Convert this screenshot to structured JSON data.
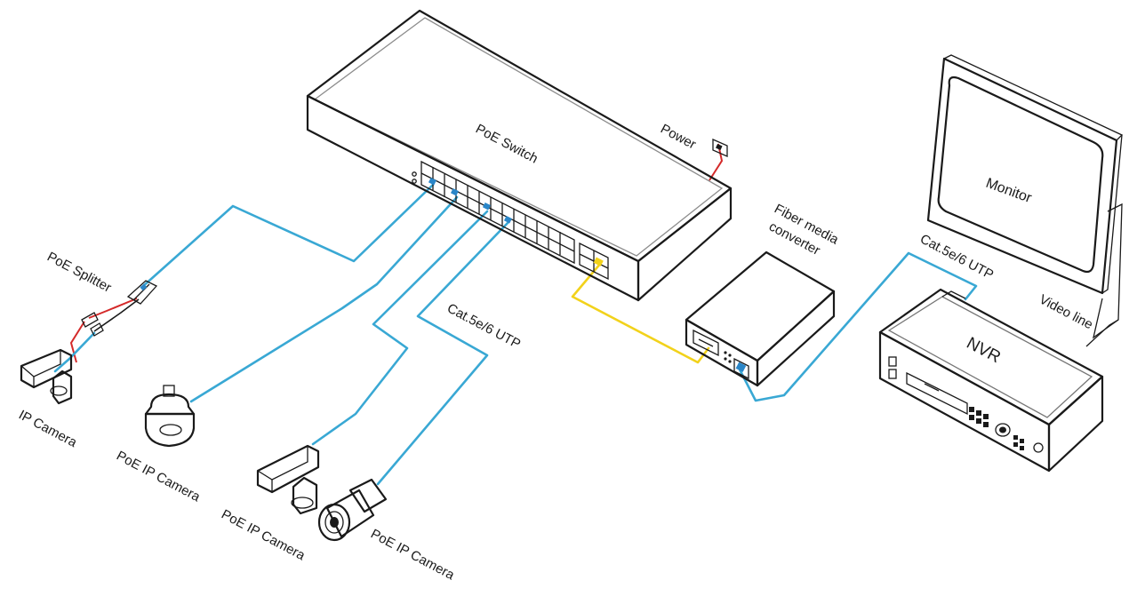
{
  "colors": {
    "utp_cable": "#39a8d4",
    "fiber_cable": "#f2d21b",
    "power_cable": "#d42a2a",
    "outline": "#1a1a1a",
    "port_led": "#2a86c8"
  },
  "labels": {
    "switch": "PoE  Switch",
    "power": "Power",
    "fiber_media_converter_line1": "Fiber media",
    "fiber_media_converter_line2": "converter",
    "monitor": "Monitor",
    "video_line": "Video line",
    "nvr": "NVR",
    "cable_right": "Cat.5e/6 UTP",
    "cable_mid": "Cat.5e/6 UTP",
    "poe_splitter": "PoE Splitter",
    "ip_camera": "IP Camera",
    "poe_ip_camera_1": "PoE IP Camera",
    "poe_ip_camera_2": "PoE IP Camera",
    "poe_ip_camera_3": "PoE IP Camera"
  },
  "icons": {
    "switch": "poe-switch-icon",
    "media_converter": "fiber-media-converter-icon",
    "monitor": "monitor-icon",
    "nvr": "nvr-recorder-icon",
    "splitter": "poe-splitter-icon",
    "box_camera": "box-camera-icon",
    "dome_camera": "speed-dome-camera-icon",
    "bullet_camera": "bullet-camera-icon",
    "power_outlet": "power-outlet-icon"
  }
}
